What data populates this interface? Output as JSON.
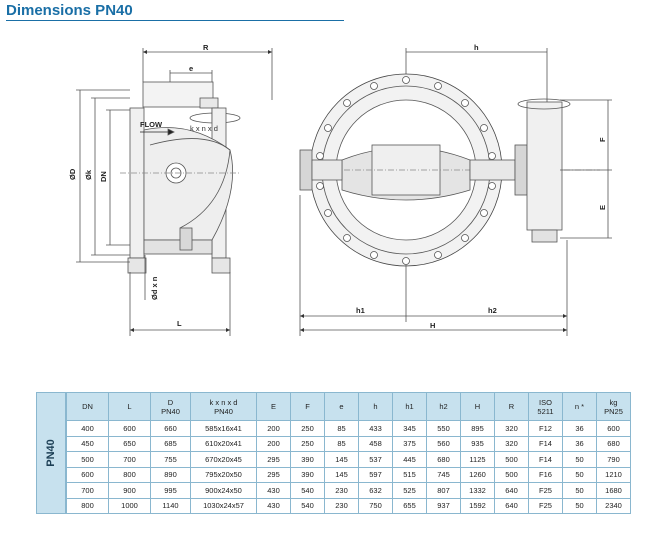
{
  "title": "Dimensions PN40",
  "drawing": {
    "labels": {
      "R": "R",
      "e": "e",
      "flow": "FLOW",
      "OD": "ØD",
      "Ok": "Øk",
      "DN": "DN",
      "kxnxd": "k x n x d",
      "Odxn": "Ød x n",
      "L": "L",
      "h": "h",
      "F": "F",
      "E": "E",
      "h1": "h1",
      "h2": "h2",
      "H": "H"
    }
  },
  "table": {
    "side_label": "PN40",
    "headers": [
      {
        "l1": "DN",
        "l2": ""
      },
      {
        "l1": "L",
        "l2": ""
      },
      {
        "l1": "D",
        "l2": "PN40"
      },
      {
        "l1": "k x n x d",
        "l2": "PN40"
      },
      {
        "l1": "E",
        "l2": ""
      },
      {
        "l1": "F",
        "l2": ""
      },
      {
        "l1": "e",
        "l2": ""
      },
      {
        "l1": "h",
        "l2": ""
      },
      {
        "l1": "h1",
        "l2": ""
      },
      {
        "l1": "h2",
        "l2": ""
      },
      {
        "l1": "H",
        "l2": ""
      },
      {
        "l1": "R",
        "l2": ""
      },
      {
        "l1": "ISO",
        "l2": "5211"
      },
      {
        "l1": "n *",
        "l2": ""
      },
      {
        "l1": "kg",
        "l2": "PN25"
      }
    ],
    "rows": [
      [
        "400",
        "600",
        "660",
        "585x16x41",
        "200",
        "250",
        "85",
        "433",
        "345",
        "550",
        "895",
        "320",
        "F12",
        "36",
        "600"
      ],
      [
        "450",
        "650",
        "685",
        "610x20x41",
        "200",
        "250",
        "85",
        "458",
        "375",
        "560",
        "935",
        "320",
        "F14",
        "36",
        "680"
      ],
      [
        "500",
        "700",
        "755",
        "670x20x45",
        "295",
        "390",
        "145",
        "537",
        "445",
        "680",
        "1125",
        "500",
        "F14",
        "50",
        "790"
      ],
      [
        "600",
        "800",
        "890",
        "795x20x50",
        "295",
        "390",
        "145",
        "597",
        "515",
        "745",
        "1260",
        "500",
        "F16",
        "50",
        "1210"
      ],
      [
        "700",
        "900",
        "995",
        "900x24x50",
        "430",
        "540",
        "230",
        "632",
        "525",
        "807",
        "1332",
        "640",
        "F25",
        "50",
        "1680"
      ],
      [
        "800",
        "1000",
        "1140",
        "1030x24x57",
        "430",
        "540",
        "230",
        "750",
        "655",
        "937",
        "1592",
        "640",
        "F25",
        "50",
        "2340"
      ]
    ]
  }
}
